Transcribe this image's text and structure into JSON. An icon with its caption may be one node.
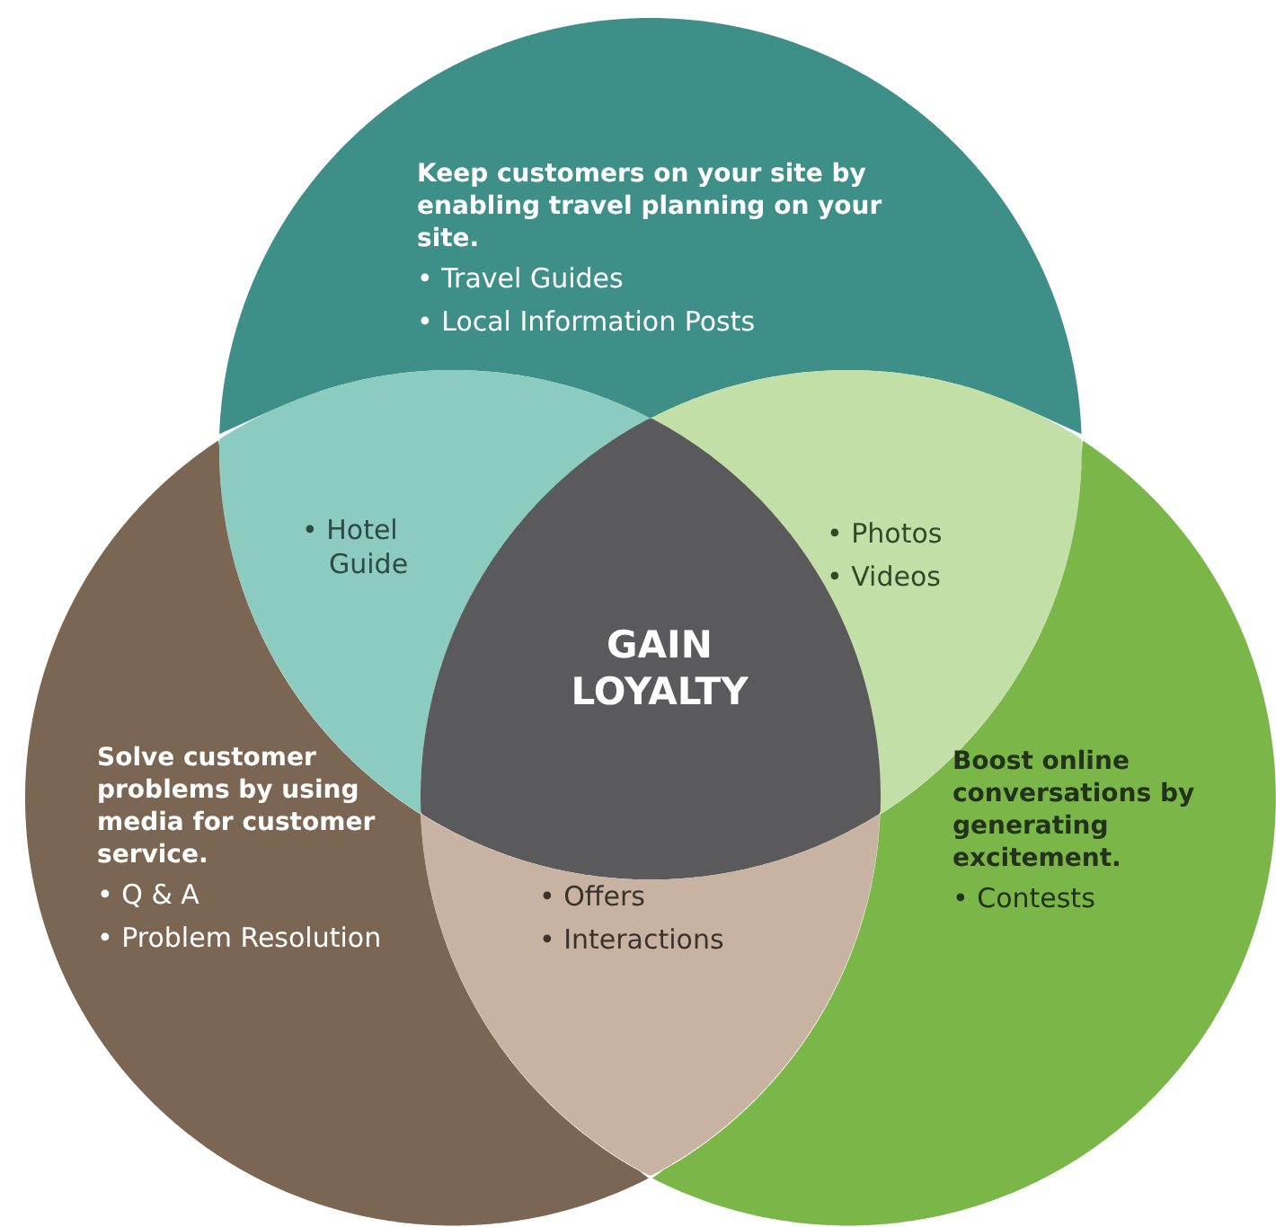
{
  "diagram": {
    "nodes": [
      {
        "text": [
          "Keep customers on your site by enabling travel planning on your site.",
          "• Travel Guides",
          "• Local Information Posts"
        ]
      },
      {
        "text": [
          "• Hotel Guide"
        ]
      },
      {
        "text": [
          "• Photos",
          "• Videos"
        ]
      },
      {
        "text": [
          "GAIN LOYALTY"
        ]
      },
      {
        "text": [
          "Solve customer problems by using media for customer service.",
          "• Q & A",
          "• Problem Resolution"
        ]
      },
      {
        "text": [
          "• Offers",
          "• Interactions"
        ]
      },
      {
        "text": [
          "Boost online conversations by generating excitement.",
          "• Contests"
        ]
      }
    ],
    "edges": []
  }
}
